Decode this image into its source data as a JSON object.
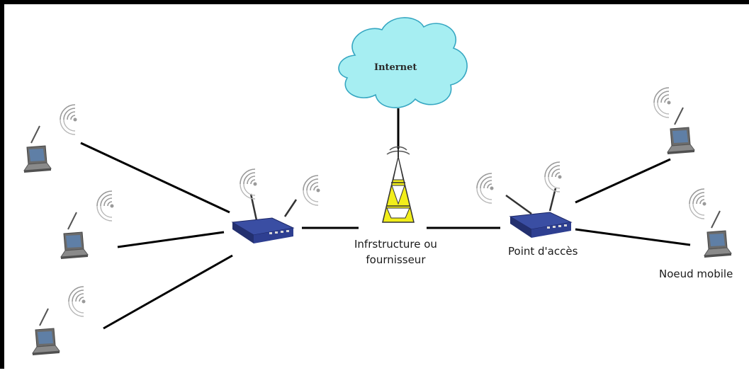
{
  "labels": {
    "internet": "Internet",
    "infrastructure_line1": "Infrstructure ou",
    "infrastructure_line2": "fournisseur",
    "access_point": "Point d'accès",
    "mobile_node": "Noeud mobile"
  },
  "colors": {
    "cloud_fill": "#a6eef2",
    "cloud_stroke": "#36a7c2",
    "tower": "#f2ee1a",
    "router_body": "#2e3f91",
    "laptop_body": "#707070",
    "laptop_screen": "#5f7fa6",
    "link": "#000000"
  },
  "icons": [
    "cloud-icon",
    "tower-icon",
    "router-icon",
    "laptop-icon",
    "wifi-signal-icon"
  ]
}
